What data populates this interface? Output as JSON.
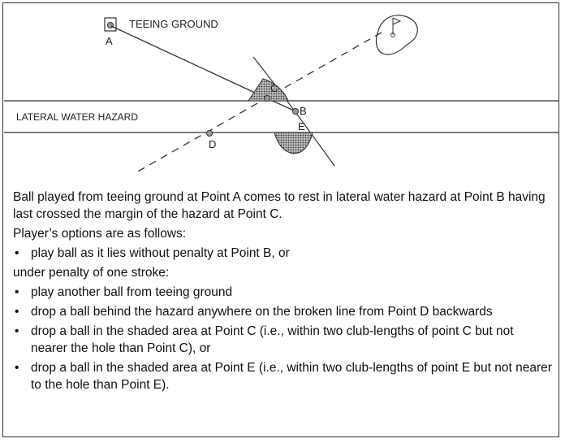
{
  "diagram": {
    "labels": {
      "teeing_ground": "TEEING GROUND",
      "lateral_water_hazard": "LATERAL WATER HAZARD",
      "point_a": "A",
      "point_b": "B",
      "point_c": "C",
      "point_d": "D",
      "point_e": "E"
    },
    "colors": {
      "line": "#333333",
      "shaded_area": "#9a9a9a",
      "point": "#9a9a9a"
    }
  },
  "description": {
    "intro": "Ball played from teeing ground at Point A comes to rest in lateral water hazard at Point B having last crossed the margin of the hazard at Point C.",
    "options_heading": "Player’s options are as follows:",
    "no_penalty_options": [
      "play ball as it lies without penalty at Point B, or"
    ],
    "penalty_heading": "under penalty of one stroke:",
    "penalty_options": [
      "play another ball from teeing ground",
      "drop a ball behind the hazard anywhere on the broken line from Point D backwards",
      "drop a ball in the shaded area at Point C (i.e., within two club-lengths of point C but not nearer the hole than Point C), or",
      "drop a ball in the shaded area at Point E (i.e., within two club-lengths of point E but not nearer to the hole than Point E)."
    ],
    "bullet_symbol": "•"
  }
}
